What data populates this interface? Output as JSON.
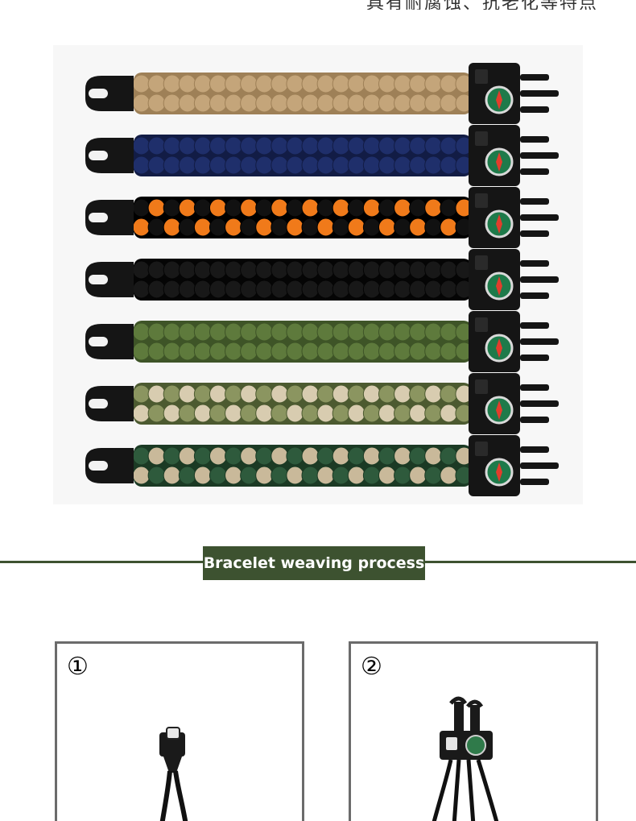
{
  "header": {
    "caption": "具有耐腐蚀、抗老化等特点"
  },
  "hero": {
    "bracelets": [
      {
        "name": "tan",
        "color": "#c4a57a",
        "shade": "#9e8057",
        "accent": "#c4a57a"
      },
      {
        "name": "navy",
        "color": "#1f2f6b",
        "shade": "#121c45",
        "accent": "#1f2f6b"
      },
      {
        "name": "black-orange",
        "color": "#111111",
        "shade": "#000000",
        "accent": "#f07a1a"
      },
      {
        "name": "black",
        "color": "#181818",
        "shade": "#050505",
        "accent": "#181818"
      },
      {
        "name": "army-green",
        "color": "#5e7a3c",
        "shade": "#3e5427",
        "accent": "#5e7a3c"
      },
      {
        "name": "desert-camo",
        "color": "#8b9560",
        "shade": "#4c5a30",
        "accent": "#d8ccb0"
      },
      {
        "name": "woodland-camo",
        "color": "#2e5a3c",
        "shade": "#1b3a24",
        "accent": "#c9b99a"
      }
    ]
  },
  "section": {
    "title": "Bracelet weaving process",
    "color": "#3d5230"
  },
  "steps": [
    {
      "number": "①"
    },
    {
      "number": "②"
    }
  ]
}
